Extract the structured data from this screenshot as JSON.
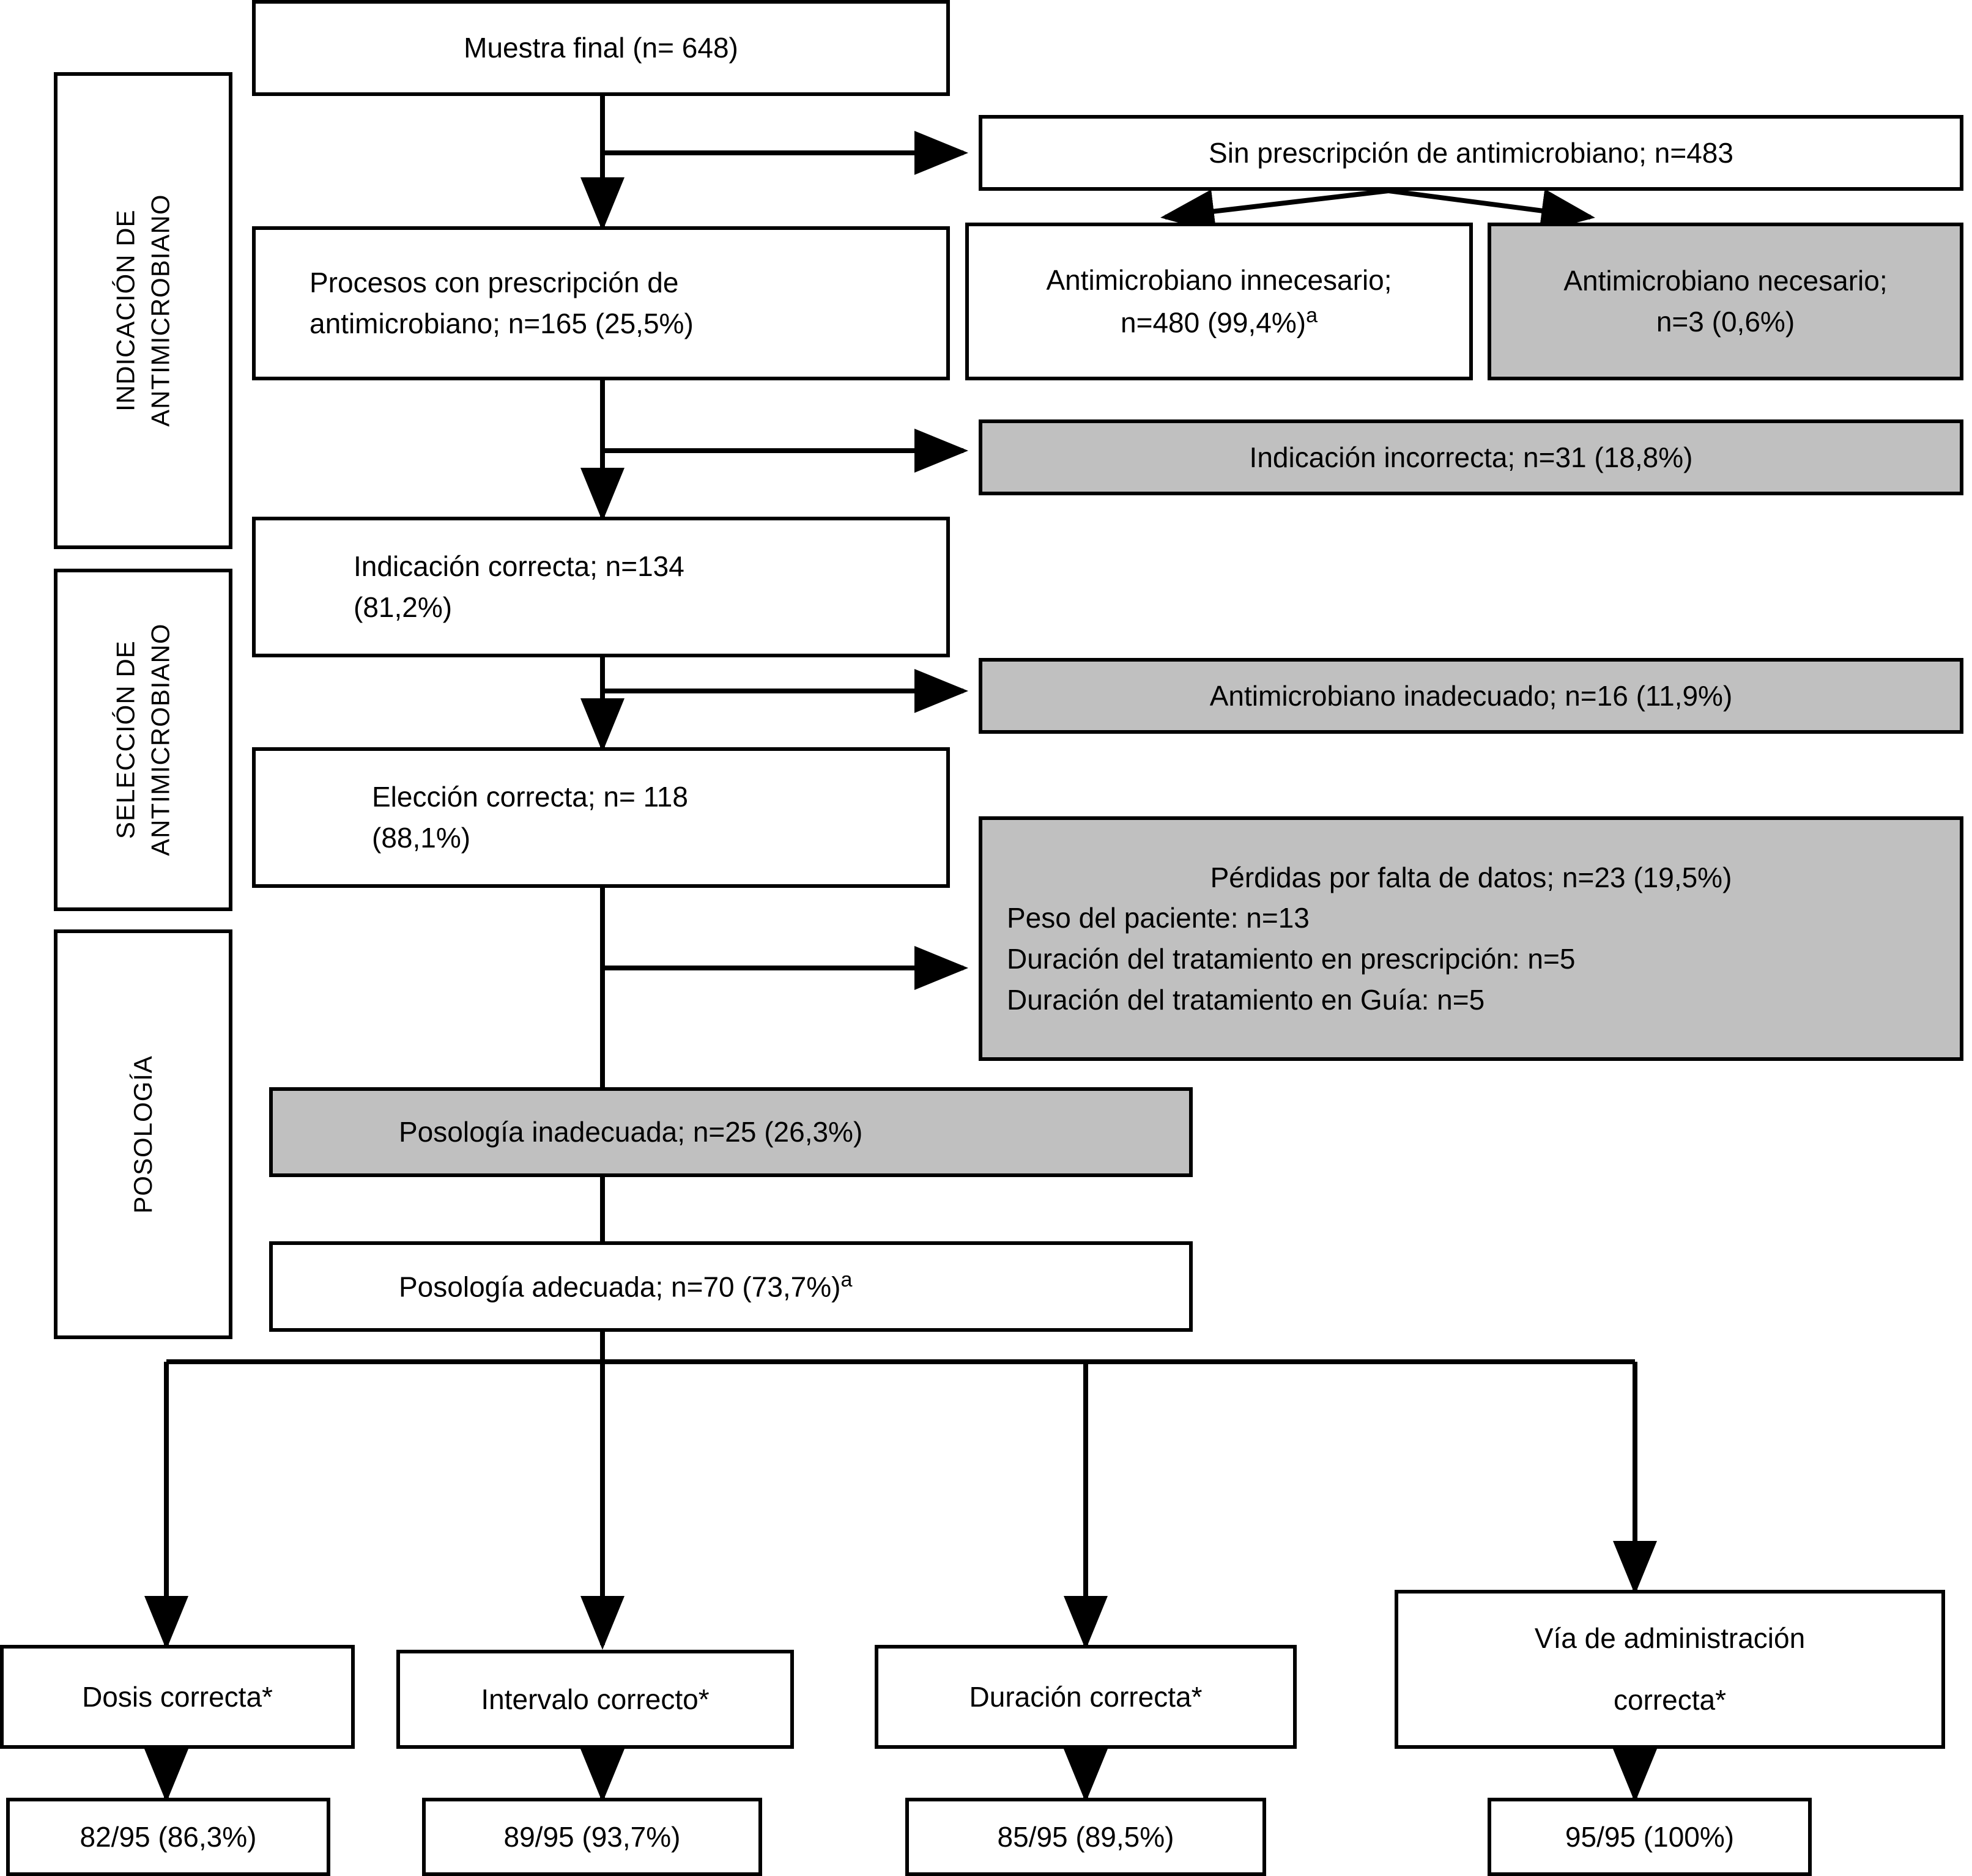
{
  "figure": {
    "type": "flowchart",
    "language": "es",
    "title": "Evaluación de la prescripción de antimicrobianos",
    "colors": {
      "box_fill_default": "#ffffff",
      "box_fill_highlight": "#c0c0c0",
      "border": "#000000",
      "text": "#000000"
    }
  },
  "sidebar": {
    "sections": [
      {
        "id": "indicacion",
        "line1": "INDICACIÓN DE",
        "line2": "ANTIMICROBIANO"
      },
      {
        "id": "seleccion",
        "line1": "SELECCIÓN DE",
        "line2": "ANTIMICROBIANO"
      },
      {
        "id": "posologia",
        "line1": "POSOLOGÍA",
        "line2": ""
      }
    ]
  },
  "nodes": {
    "muestra_final": {
      "text": "Muestra final (n= 648)",
      "fill": "white"
    },
    "sin_prescripcion": {
      "text": "Sin prescripción de antimicrobiano; n=483",
      "fill": "white"
    },
    "antimicrobiano_innecesario": {
      "line1": "Antimicrobiano innecesario;",
      "line2": "n=480 (99,4%)",
      "sup": "a",
      "fill": "white"
    },
    "antimicrobiano_necesario": {
      "line1": "Antimicrobiano necesario;",
      "line2": "n=3 (0,6%)",
      "fill": "gray"
    },
    "procesos_con_prescripcion": {
      "line1": "Procesos con prescripción de",
      "line2": "antimicrobiano; n=165 (25,5%)",
      "fill": "white"
    },
    "indicacion_incorrecta": {
      "text": "Indicación incorrecta; n=31 (18,8%)",
      "fill": "gray"
    },
    "indicacion_correcta": {
      "line1": "Indicación correcta; n=134",
      "line2": "(81,2%)",
      "fill": "white"
    },
    "antimicrobiano_inadecuado": {
      "text": "Antimicrobiano inadecuado; n=16 (11,9%)",
      "fill": "gray"
    },
    "eleccion_correcta": {
      "line1": "Elección correcta; n= 118",
      "line2": "(88,1%)",
      "fill": "white"
    },
    "perdidas": {
      "line1": "Pérdidas por falta de datos; n=23 (19,5%)",
      "line2": "Peso del paciente: n=13",
      "line3": "Duración del tratamiento en prescripción: n=5",
      "line4": "Duración del tratamiento en Guía: n=5",
      "fill": "gray"
    },
    "posologia_inadecuada": {
      "text": "Posología inadecuada; n=25 (26,3%)",
      "fill": "gray"
    },
    "posologia_adecuada": {
      "text": "Posología adecuada; n=70 (73,7%)",
      "sup": "a",
      "fill": "white"
    },
    "dosis_correcta": {
      "text": "Dosis correcta*",
      "fill": "white"
    },
    "intervalo_correcto": {
      "text": "Intervalo correcto*",
      "fill": "white"
    },
    "duracion_correcta": {
      "text": "Duración correcta*",
      "fill": "white"
    },
    "via_administracion": {
      "line1": "Vía de administración",
      "line2": "correcta*",
      "fill": "white"
    },
    "dosis_valor": {
      "text": "82/95 (86,3%)",
      "fill": "white"
    },
    "intervalo_valor": {
      "text": "89/95 (93,7%)",
      "fill": "white"
    },
    "duracion_valor": {
      "text": "85/95 (89,5%)",
      "fill": "white"
    },
    "via_valor": {
      "text": "95/95 (100%)",
      "fill": "white"
    }
  },
  "chart_data": {
    "type": "flowchart",
    "title": "Evaluación de la prescripción de antimicrobianos",
    "total": 648,
    "steps": [
      {
        "label": "Muestra final",
        "n": 648
      },
      {
        "label": "Sin prescripción de antimicrobiano",
        "n": 483
      },
      {
        "label": "Antimicrobiano innecesario",
        "n": 480,
        "pct": 99.4
      },
      {
        "label": "Antimicrobiano necesario",
        "n": 3,
        "pct": 0.6
      },
      {
        "label": "Procesos con prescripción de antimicrobiano",
        "n": 165,
        "pct": 25.5
      },
      {
        "label": "Indicación incorrecta",
        "n": 31,
        "pct": 18.8
      },
      {
        "label": "Indicación correcta",
        "n": 134,
        "pct": 81.2
      },
      {
        "label": "Antimicrobiano inadecuado",
        "n": 16,
        "pct": 11.9
      },
      {
        "label": "Elección correcta",
        "n": 118,
        "pct": 88.1
      },
      {
        "label": "Pérdidas por falta de datos",
        "n": 23,
        "pct": 19.5
      },
      {
        "label": "Peso del paciente",
        "n": 13
      },
      {
        "label": "Duración del tratamiento en prescripción",
        "n": 5
      },
      {
        "label": "Duración del tratamiento en Guía",
        "n": 5
      },
      {
        "label": "Posología inadecuada",
        "n": 25,
        "pct": 26.3
      },
      {
        "label": "Posología adecuada",
        "n": 70,
        "pct": 73.7
      },
      {
        "label": "Dosis correcta",
        "value": "82/95",
        "pct": 86.3
      },
      {
        "label": "Intervalo correcto",
        "value": "89/95",
        "pct": 93.7
      },
      {
        "label": "Duración correcta",
        "value": "85/95",
        "pct": 89.5
      },
      {
        "label": "Vía de administración correcta",
        "value": "95/95",
        "pct": 100
      }
    ]
  }
}
